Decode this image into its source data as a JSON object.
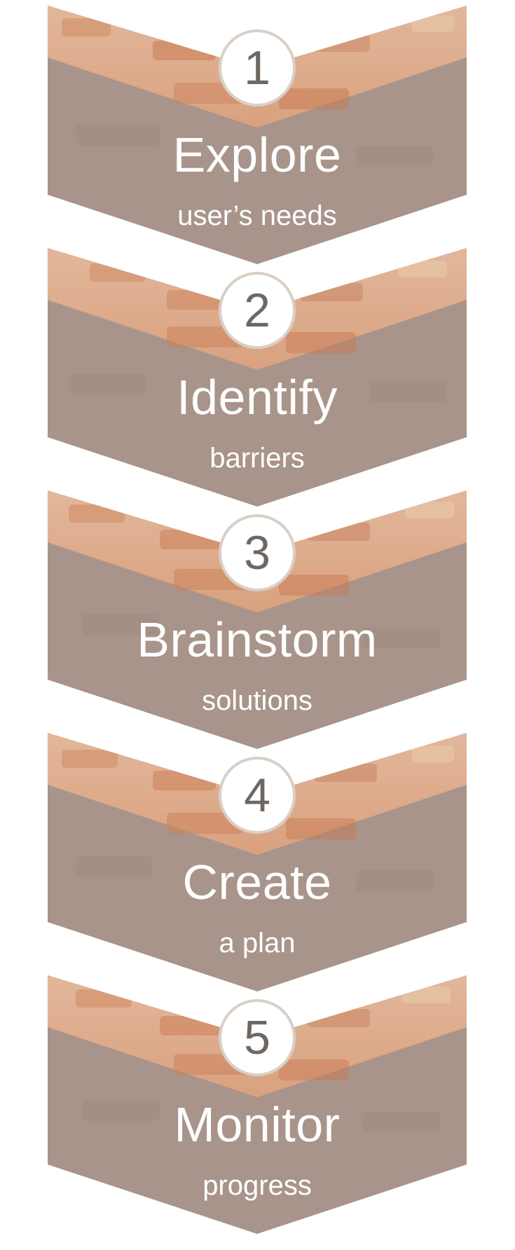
{
  "colors": {
    "chevron_base": "#a8948a",
    "brick_band": "#d7a88a",
    "brick_accent": "#cc7f58",
    "text": "#ffffff",
    "badge_border": "#d9cfc6",
    "badge_text": "#6f6761"
  },
  "steps": [
    {
      "number": "1",
      "title": "Explore",
      "subtitle": "user’s needs"
    },
    {
      "number": "2",
      "title": "Identify",
      "subtitle": "barriers"
    },
    {
      "number": "3",
      "title": "Brainstorm",
      "subtitle": "solutions"
    },
    {
      "number": "4",
      "title": "Create",
      "subtitle": "a plan"
    },
    {
      "number": "5",
      "title": "Monitor",
      "subtitle": "progress"
    }
  ]
}
